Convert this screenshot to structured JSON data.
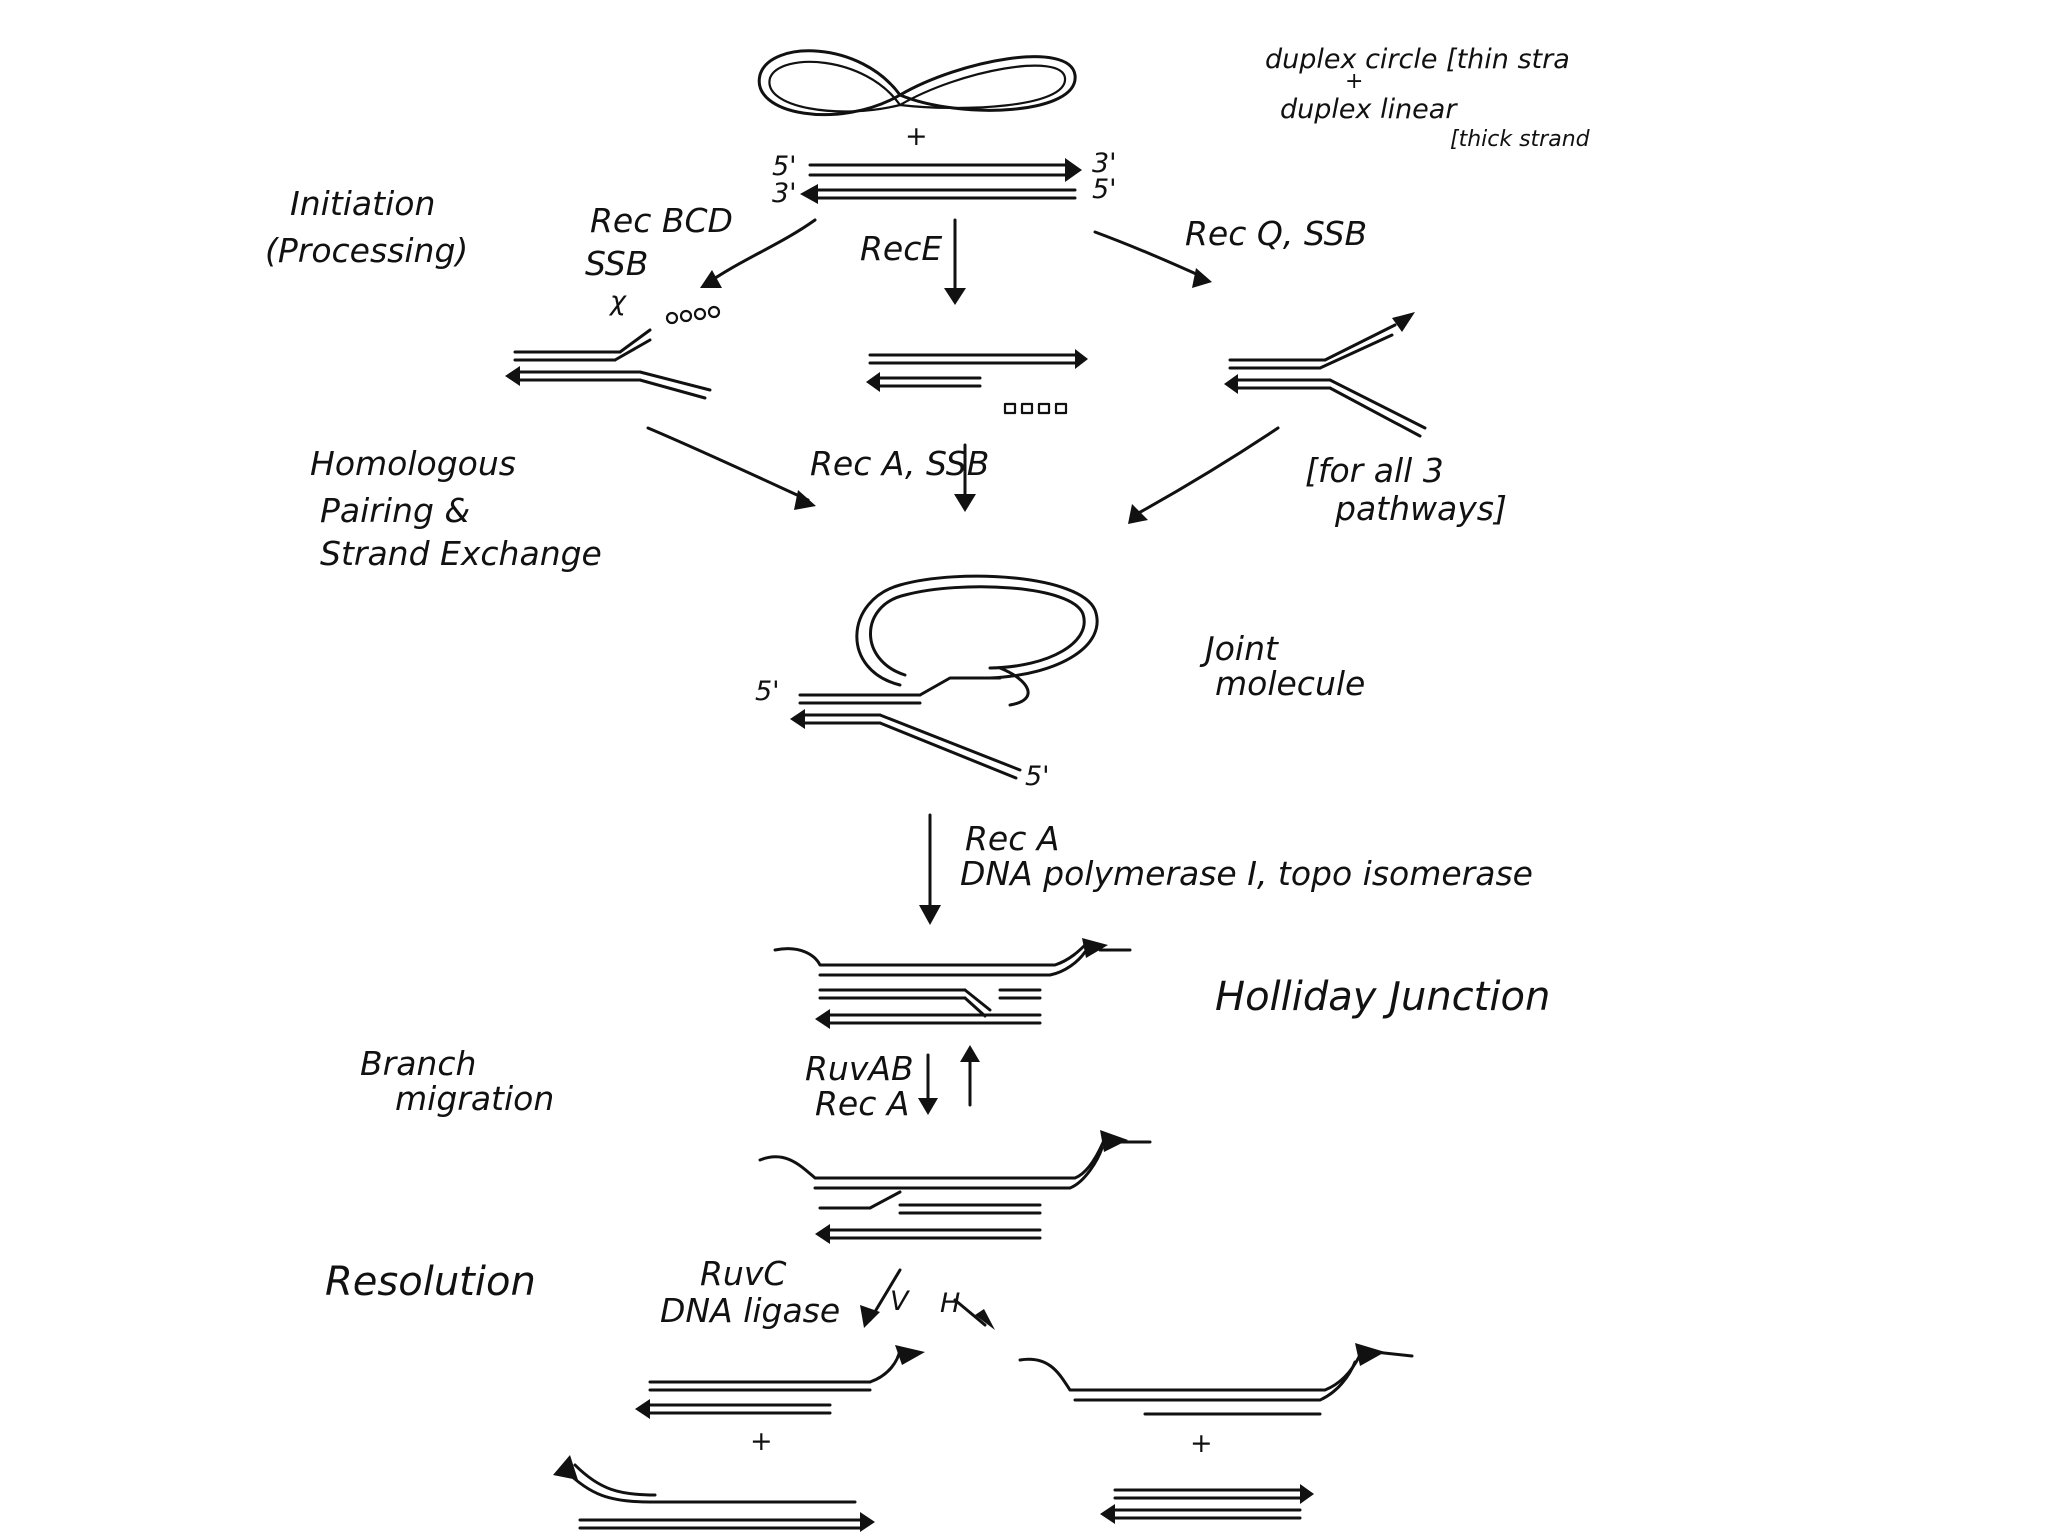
{
  "header": {
    "duplex_circle": "duplex circle [thin stra",
    "plus_small": "+",
    "duplex_linear": "duplex linear",
    "thick_strand": "[thick strand"
  },
  "ends": {
    "five_prime_top_left": "5'",
    "three_prime_top_left": "3'",
    "three_prime_top_right": "3'",
    "five_prime_top_right": "5'",
    "five_prime_joint_left": "5'",
    "five_prime_joint_tail": "5'"
  },
  "plus_between_substrates": "+",
  "stages": {
    "initiation": [
      "Initiation",
      "(Processing)"
    ],
    "homologous": [
      "Homologous",
      "Pairing &",
      "Strand Exchange"
    ],
    "pathways_note": [
      "[for all 3",
      "pathways]"
    ],
    "joint_molecule": [
      "Joint",
      "molecule"
    ],
    "holliday": "Holliday Junction",
    "branch_migration": [
      "Branch",
      "migration"
    ],
    "resolution": "Resolution"
  },
  "enzymes": {
    "recbcd": [
      "Rec BCD",
      "SSB"
    ],
    "chi": "χ",
    "rece": "RecE",
    "recq": "Rec Q, SSB",
    "reca_ssb": "Rec A, SSB",
    "reca_polymerase": [
      "Rec A",
      "DNA polymerase I, topo isomerase"
    ],
    "ruvab": [
      "RuvAB",
      "Rec A"
    ],
    "ruvc": [
      "RuvC",
      "DNA ligase"
    ],
    "v_label": "V",
    "h_label": "H"
  },
  "product_plus": [
    "+",
    "+"
  ]
}
